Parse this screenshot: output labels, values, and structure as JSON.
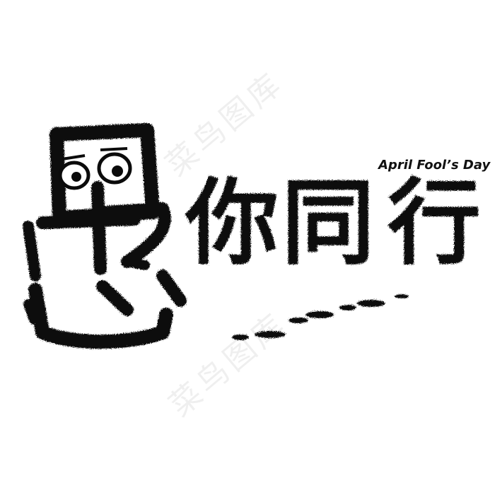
{
  "watermark": {
    "text": "菜鸟图库"
  },
  "title": {
    "first_char": "愚",
    "chars": [
      "你",
      "同",
      "行"
    ],
    "subtitle": "April Fool’s Day"
  },
  "colors": {
    "ink": "#0b0b0b",
    "background": "#ffffff"
  },
  "icons": {
    "face": "cartoon-eyes-icon",
    "footprints": "footprints-icon"
  }
}
